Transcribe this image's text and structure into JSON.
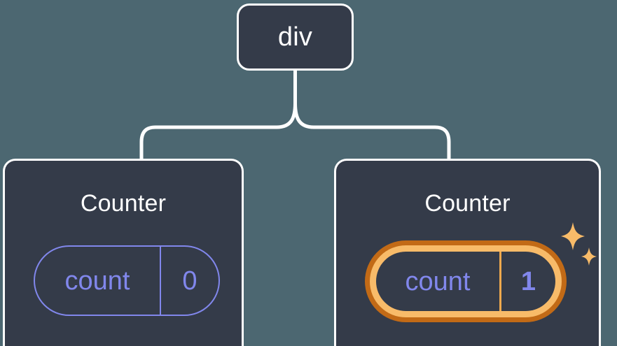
{
  "diagram": {
    "type": "component-tree",
    "title": "React component tree with highlighted state update",
    "colors": {
      "background": "#4c6771",
      "node_fill": "#343b49",
      "node_stroke": "#ffffff",
      "connector": "#ffffff",
      "state_accent": "#8187ec",
      "highlight_outer": "#c26a16",
      "highlight_inner": "#f8bb69",
      "sparkle": "#f8bb69"
    }
  },
  "root": {
    "label": "div"
  },
  "children": [
    {
      "label": "Counter",
      "state": {
        "key": "count",
        "value": "0"
      },
      "highlighted": false
    },
    {
      "label": "Counter",
      "state": {
        "key": "count",
        "value": "1"
      },
      "highlighted": true,
      "sparkle_icons": [
        "sparkle-large",
        "sparkle-small"
      ]
    }
  ]
}
